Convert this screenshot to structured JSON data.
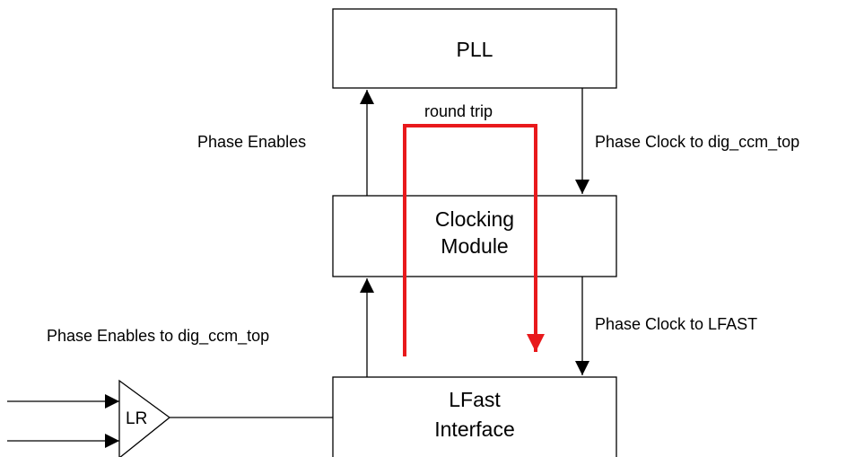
{
  "blocks": {
    "pll": {
      "label": "PLL"
    },
    "clocking_module": {
      "line1": "Clocking",
      "line2": "Module"
    },
    "lfast_interface": {
      "line1": "LFast",
      "line2": "Interface"
    }
  },
  "labels": {
    "phase_enables": "Phase Enables",
    "phase_clock_to_dig_ccm_top": "Phase Clock to dig_ccm_top",
    "round_trip": "round trip",
    "phase_enables_to_dig_ccm_top": "Phase Enables to dig_ccm_top",
    "phase_clock_to_lfast": "Phase Clock to LFAST"
  },
  "amplifier": {
    "label": "LR"
  },
  "colors": {
    "round_trip_path": "#e8191c",
    "lines": "#000000",
    "block_fill": "#ffffff"
  }
}
